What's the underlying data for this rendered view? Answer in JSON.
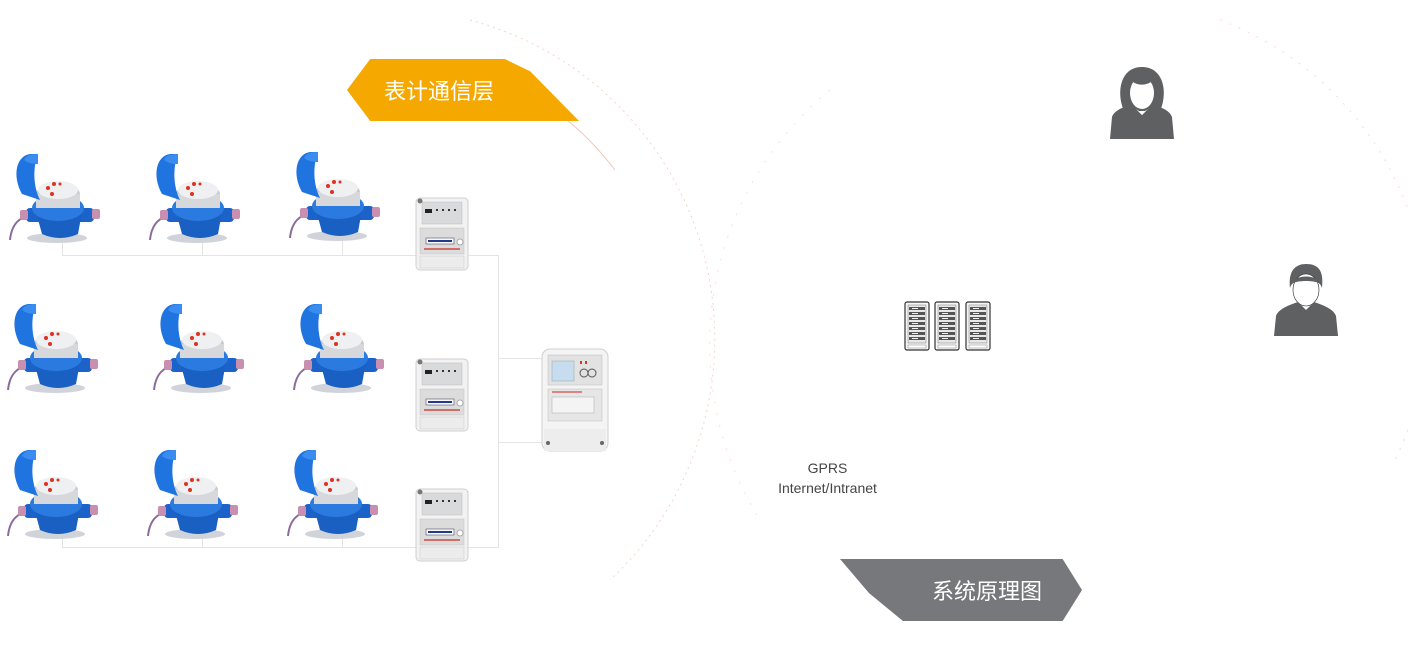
{
  "banners": {
    "meter_layer": "表计通信层",
    "system_diagram": "系统原理图"
  },
  "network_caption": {
    "line1": "GPRS",
    "line2": "Internet/Intranet"
  },
  "colors": {
    "orange_banner": "#f5a900",
    "gray_banner": "#77787b",
    "meter_blue": "#1d6fd6",
    "icon_gray": "#5f6062"
  },
  "devices": {
    "water_meters": [
      {
        "row": 1,
        "col": 1
      },
      {
        "row": 1,
        "col": 2
      },
      {
        "row": 1,
        "col": 3
      },
      {
        "row": 2,
        "col": 1
      },
      {
        "row": 2,
        "col": 2
      },
      {
        "row": 2,
        "col": 3
      },
      {
        "row": 3,
        "col": 1
      },
      {
        "row": 3,
        "col": 2
      },
      {
        "row": 3,
        "col": 3
      }
    ],
    "collectors": 3,
    "concentrators": 1,
    "servers": 3,
    "users": [
      "female-user",
      "male-user"
    ]
  }
}
